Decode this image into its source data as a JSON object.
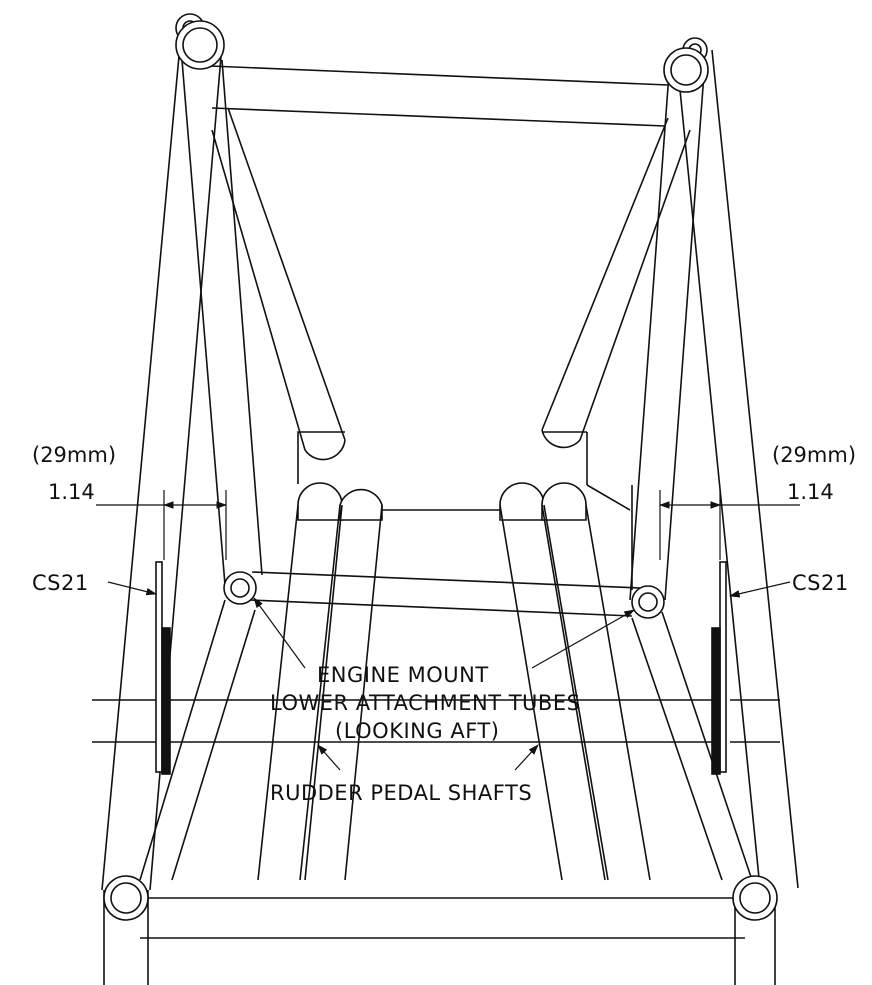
{
  "dimensions": {
    "left": {
      "metric": "(29mm)",
      "imperial": "1.14"
    },
    "right": {
      "metric": "(29mm)",
      "imperial": "1.14"
    }
  },
  "labels": {
    "cs21_left": "CS21",
    "cs21_right": "CS21",
    "engine_mount_line1": "ENGINE MOUNT",
    "engine_mount_line2": "LOWER ATTACHMENT TUBES",
    "view_note": "(LOOKING AFT)",
    "rudder_pedal_shafts": "RUDDER PEDAL SHAFTS"
  }
}
